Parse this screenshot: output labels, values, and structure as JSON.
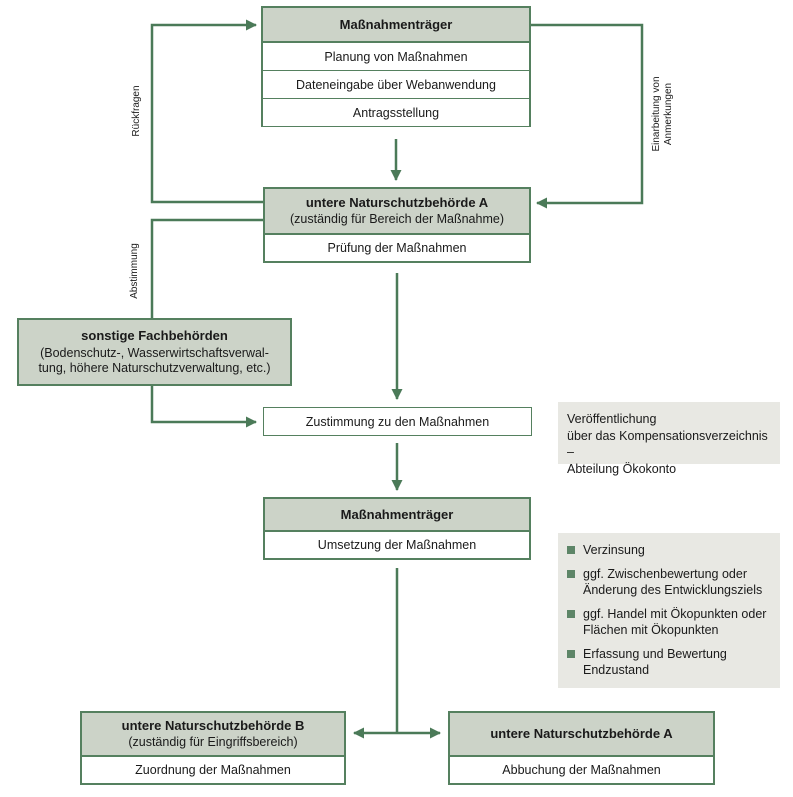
{
  "boxes": {
    "massnahmentraeger_top": {
      "title": "Maßnahmenträger",
      "rows": [
        "Planung von Maßnahmen",
        "Dateneingabe über Webanwendung",
        "Antragsstellung"
      ]
    },
    "naturschutzbehoerde_a": {
      "title": "untere Naturschutzbehörde A",
      "subtitle": "(zuständig für Bereich der Maßnahme)",
      "rows": [
        "Prüfung der Maßnahmen"
      ]
    },
    "fachbehoerden": {
      "title": "sonstige Fachbehörden",
      "subtitle_line1": "(Bodenschutz-, Wasserwirtschaftsverwal-",
      "subtitle_line2": "tung, höhere Naturschutzverwaltung, etc.)"
    },
    "zustimmung": {
      "label": "Zustimmung zu den Maßnahmen"
    },
    "massnahmentraeger_mid": {
      "title": "Maßnahmenträger",
      "rows": [
        "Umsetzung der Maßnahmen"
      ]
    },
    "naturschutzbehoerde_b": {
      "title": "untere Naturschutzbehörde B",
      "subtitle": "(zuständig für Eingriffsbereich)",
      "rows": [
        "Zuordnung der Maßnahmen"
      ]
    },
    "naturschutzbehoerde_a2": {
      "title": "untere Naturschutzbehörde A",
      "rows": [
        "Abbuchung der Maßnahmen"
      ]
    }
  },
  "edge_labels": {
    "rueckfragen": "Rückfragen",
    "abstimmung": "Abstimmung",
    "einarbeitung_line1": "Einarbeitung von",
    "einarbeitung_line2": "Anmerkungen"
  },
  "notes": {
    "veroeffentlichung": {
      "lines": [
        "Veröffentlichung",
        "über das Kompensationsverzeichnis –",
        "Abteilung Ökokonto"
      ]
    },
    "bullets": [
      {
        "lines": [
          "Verzinsung"
        ]
      },
      {
        "lines": [
          "ggf. Zwischenbewertung oder",
          "Änderung des Entwicklungsziels"
        ]
      },
      {
        "lines": [
          "ggf. Handel mit Ökopunkten oder",
          "Flächen mit Ökopunkten"
        ]
      },
      {
        "lines": [
          "Erfassung und Bewertung",
          "Endzustand"
        ]
      }
    ]
  },
  "colors": {
    "header_fill": "#ccd3c8",
    "note_fill": "#e8e8e3",
    "border_green": "#55805f",
    "line_green": "#4b7a58",
    "bullet_green": "#5d8567",
    "text": "#1a1a1a"
  }
}
